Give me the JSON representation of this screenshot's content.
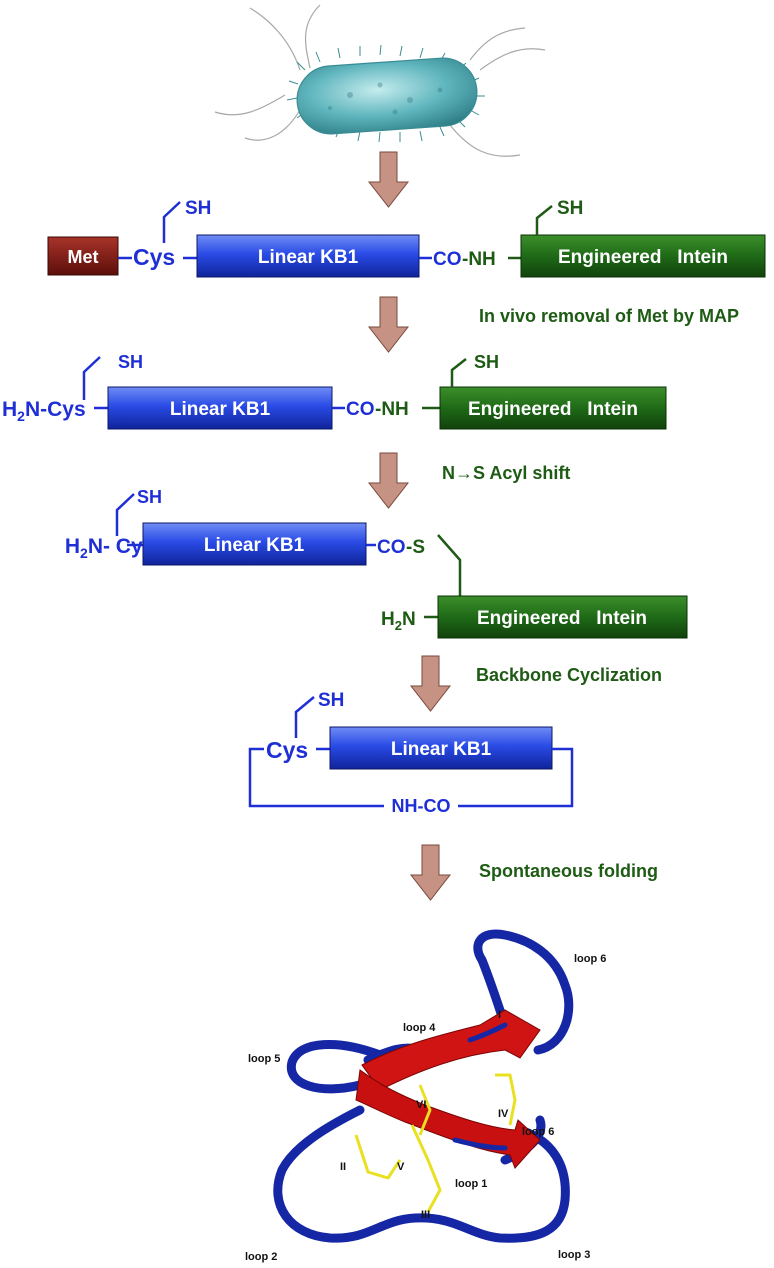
{
  "colors": {
    "blue": "#1f2fd6",
    "green": "#1e5b14",
    "maroon": "#7a1a12",
    "arrow": "#c69283",
    "ribbon": "#cc1010",
    "disulfide": "#e8e020"
  },
  "step1": {
    "met": "Met",
    "cys": "Cys",
    "sh": "SH",
    "linear": "Linear KB1",
    "co": "CO",
    "nh": "-NH",
    "intein_sh": "SH",
    "intein": "Engineered   Intein"
  },
  "step_labels": {
    "map": "In vivo removal of Met by MAP",
    "acyl": "N→S Acyl shift",
    "cyclize": "Backbone Cyclization",
    "fold": "Spontaneous folding"
  },
  "step2": {
    "h2n": "H",
    "sub2": "2",
    "n_cys": "N-Cys",
    "sh": "SH",
    "linear": "Linear KB1",
    "co": "CO",
    "nh": "-NH",
    "intein_sh": "SH",
    "intein": "Engineered   Intein"
  },
  "step3": {
    "h2n": "H",
    "sub2": "2",
    "n_cys": "N- Cys",
    "sh": "SH",
    "linear": "Linear KB1",
    "co": "CO",
    "s": "-S",
    "intein_h": "H",
    "intein_sub2": "2",
    "intein_n": "N",
    "intein": "Engineered   Intein"
  },
  "step4": {
    "cys": "Cys",
    "sh": "SH",
    "linear": "Linear KB1",
    "nhco": "NH-CO"
  },
  "structure": {
    "loop1": "loop 1",
    "loop2": "loop 2",
    "loop3": "loop 3",
    "loop4": "loop 4",
    "loop5": "loop 5",
    "loop6a": "loop 6",
    "loop6b": "loop 6",
    "r1": "I",
    "r2": "II",
    "r3": "III",
    "r4": "IV",
    "r5": "V",
    "r6": "VI"
  }
}
